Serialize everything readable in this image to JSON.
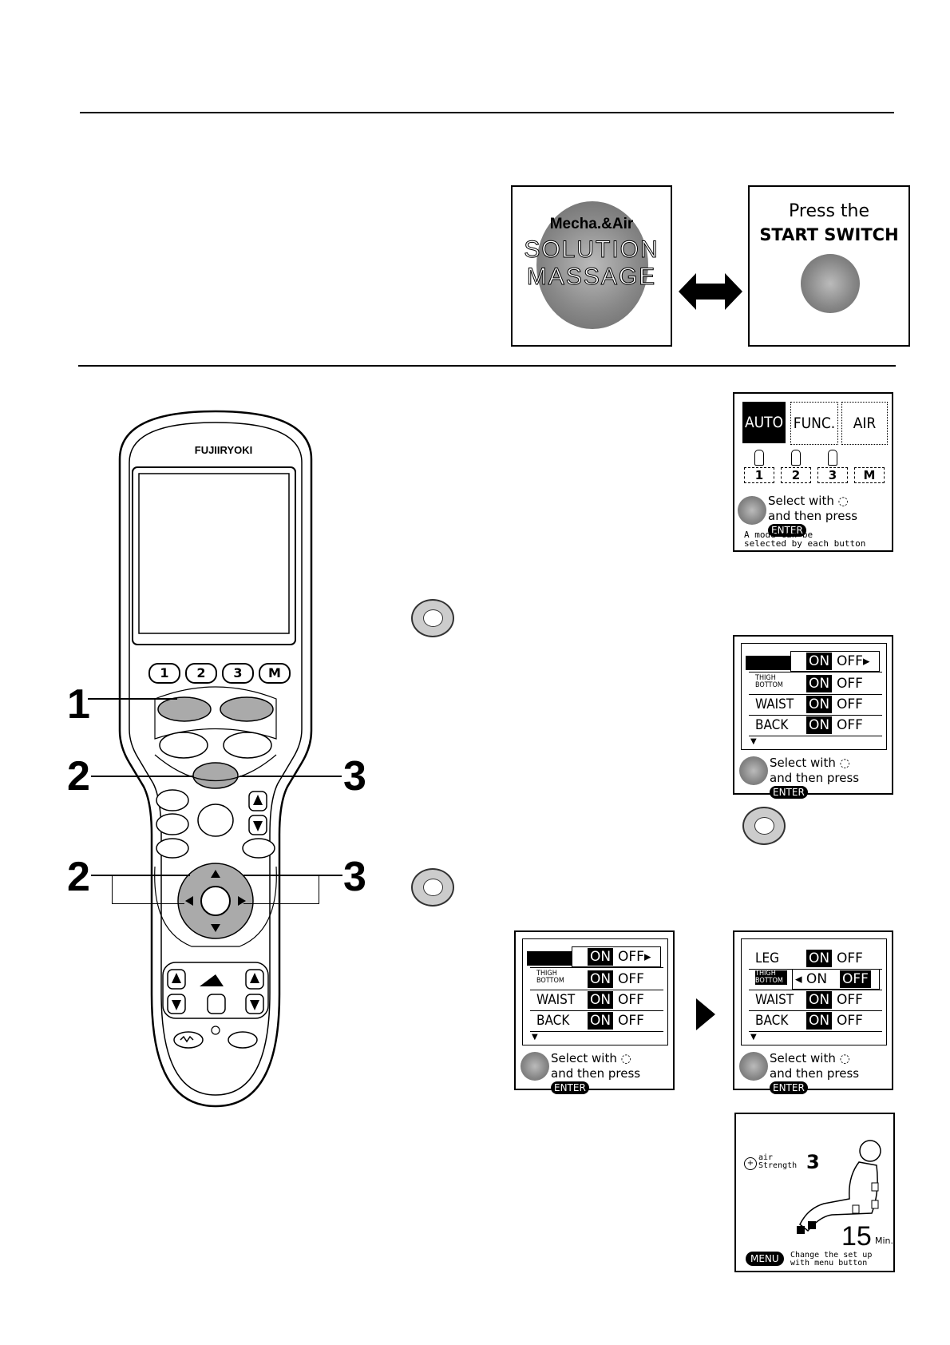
{
  "screen_intro": {
    "brand_line": "Mecha.&Air",
    "solution": "SOLUTION",
    "massage": "MASSAGE",
    "press_the": "Press the",
    "start_switch": "START SWITCH"
  },
  "remote": {
    "brand": "FUJIIRYOKI",
    "memory_buttons": [
      "1",
      "2",
      "3",
      "M"
    ],
    "callouts": {
      "one": "1",
      "two_a": "2",
      "three_a": "3",
      "two_b": "2",
      "three_b": "3"
    }
  },
  "mode_screen": {
    "tabs": [
      "AUTO",
      "FUNC.",
      "AIR"
    ],
    "memories": [
      "1",
      "2",
      "3",
      "M"
    ],
    "select_with": "Select with",
    "and_then_press": "and then press",
    "enter": "ENTER",
    "note_line1": "A  mode can be",
    "note_line2": "selected by each button"
  },
  "air_screen_1": {
    "rows": [
      {
        "label": "",
        "on": "ON",
        "off": "OFF▸"
      },
      {
        "label": "THIGH BOTTOM",
        "on": "ON",
        "off": "OFF"
      },
      {
        "label": "WAIST",
        "on": "ON",
        "off": "OFF"
      },
      {
        "label": "BACK",
        "on": "ON",
        "off": "OFF"
      }
    ],
    "select_with": "Select with",
    "and_then_press": "and then press",
    "enter": "ENTER"
  },
  "air_screen_2": {
    "rows": [
      {
        "label": "",
        "on": "ON",
        "off": "OFF▸"
      },
      {
        "label": "THIGH BOTTOM",
        "on": "ON",
        "off": "OFF"
      },
      {
        "label": "WAIST",
        "on": "ON",
        "off": "OFF"
      },
      {
        "label": "BACK",
        "on": "ON",
        "off": "OFF"
      }
    ],
    "select_with": "Select with",
    "and_then_press": "and then press",
    "enter": "ENTER"
  },
  "air_screen_3": {
    "rows": [
      {
        "label": "LEG",
        "on": "ON",
        "off": "OFF"
      },
      {
        "label": "THIGH BOTTOM",
        "on": "◂ ON",
        "off": "OFF"
      },
      {
        "label": "WAIST",
        "on": "ON",
        "off": "OFF"
      },
      {
        "label": "BACK",
        "on": "ON",
        "off": "OFF"
      }
    ],
    "select_with": "Select with",
    "and_then_press": "and then press",
    "enter": "ENTER"
  },
  "run_screen": {
    "air_label": "air",
    "strength_label": "Strength",
    "strength_value": "3",
    "minutes": "15",
    "min_unit": "Min.",
    "menu": "MENU",
    "change_line1": "Change the set up",
    "change_line2": "with menu button"
  }
}
